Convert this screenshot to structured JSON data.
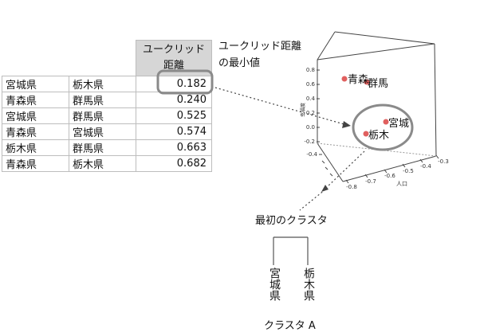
{
  "table": {
    "header_line1": "ユークリッド",
    "header_line2": "距離",
    "rows": [
      {
        "a": "宮城県",
        "b": "栃木県",
        "v": "0.182"
      },
      {
        "a": "青森県",
        "b": "群馬県",
        "v": "0.240"
      },
      {
        "a": "宮城県",
        "b": "群馬県",
        "v": "0.525"
      },
      {
        "a": "青森県",
        "b": "宮城県",
        "v": "0.574"
      },
      {
        "a": "栃木県",
        "b": "群馬県",
        "v": "0.663"
      },
      {
        "a": "青森県",
        "b": "栃木県",
        "v": "0.682"
      }
    ]
  },
  "annotation": {
    "line1": "ユークリッド距離",
    "line2": "の最小値"
  },
  "plot": {
    "points": [
      "青森",
      "群馬",
      "宮城",
      "栃木"
    ],
    "point_color": "#e0605f",
    "y_ticks": [
      "0.8",
      "0.6",
      "0.4",
      "0.2",
      "0.0",
      "-0.2",
      "-0.4"
    ],
    "x_ticks": [
      "-0.8",
      "-0.7",
      "-0.6",
      "-0.5",
      "-0.4",
      "-0.3"
    ],
    "x_label": "人口",
    "y_label": "幸福度"
  },
  "cluster": {
    "title": "最初のクラスタ",
    "leaf1": "宮城県",
    "leaf2": "栃木県",
    "name": "クラスタ A"
  }
}
